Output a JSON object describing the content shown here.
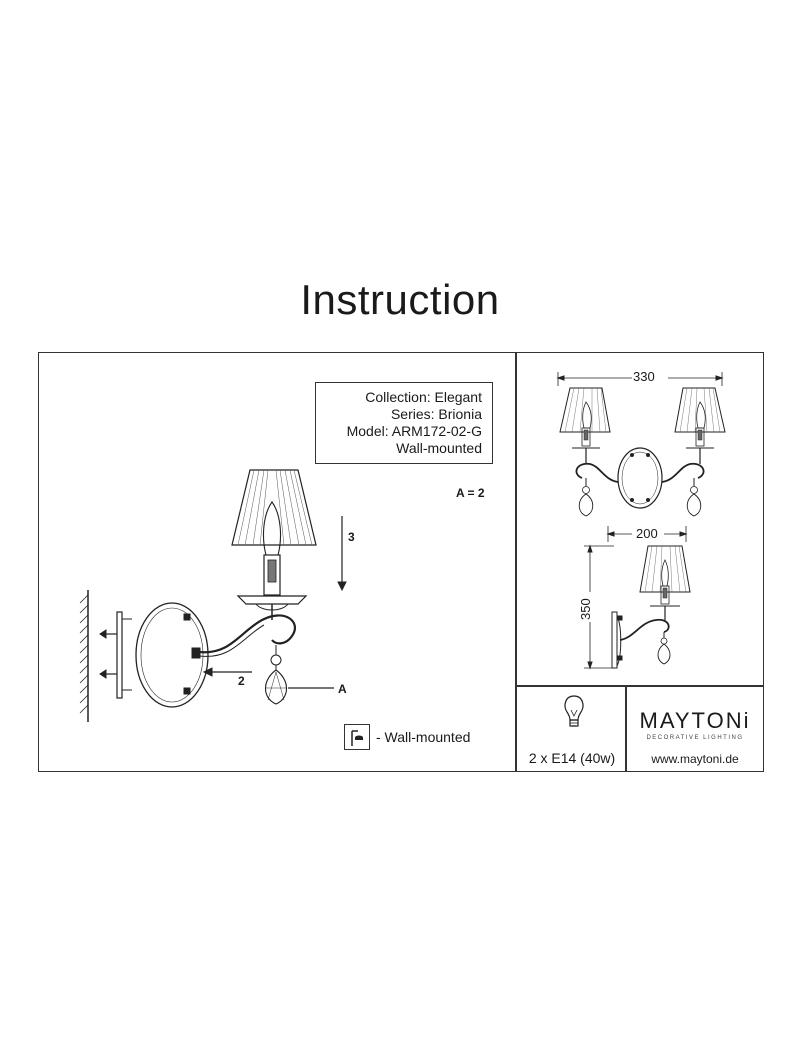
{
  "page": {
    "title": "Instruction"
  },
  "info": {
    "collection": "Collection: Elegant",
    "series": "Series: Brionia",
    "model": "Model: ARM172-02-G",
    "mounting": "Wall-mounted"
  },
  "main_drawing": {
    "label_3": "3",
    "label_2": "2",
    "label_a": "A",
    "quantity_note": "A = 2"
  },
  "legend": {
    "text": "- Wall-mounted",
    "icon": "wall-mount-icon"
  },
  "dimensions": {
    "top_width": "330",
    "side_width": "200",
    "side_height": "350"
  },
  "bulb": {
    "icon": "light-bulb-icon",
    "spec": "2 x E14 (40w)"
  },
  "brand": {
    "name": "MAYTONi",
    "tagline": "DECORATIVE LIGHTING",
    "website": "www.maytoni.de"
  }
}
